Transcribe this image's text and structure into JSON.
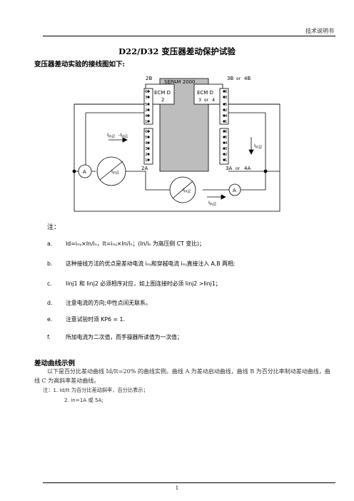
{
  "header": {
    "text": "技术说明书"
  },
  "title": "D22/D32 变压器差动保护试验",
  "subtitle": "变压器差动实验的接线图如下:",
  "diagram": {
    "device": "SEPAM 2000",
    "ecm_left": "ECM D",
    "ecm_left_num": "2",
    "ecm_right": "ECM D",
    "ecm_right_num_a": "3",
    "ecm_right_num_b": "4",
    "or": "or",
    "labels": {
      "b2": "2B",
      "b3": "3B",
      "b4": "4B",
      "a2": "2A",
      "a3": "3A",
      "a4": "4A",
      "ammeter": "A",
      "iinj1": "I",
      "iinj1_sub": "inj1",
      "iinj2": "I",
      "iinj2_sub": "inj2",
      "minus_iinj1": "-I",
      "minus_iinj1_sub": "inj1"
    },
    "pins_top": [
      "6",
      "3",
      "5",
      "2",
      "4",
      "1"
    ],
    "pins_bottom": [
      "6",
      "5",
      "4",
      "3",
      "2",
      "1"
    ]
  },
  "notes_label": "注：",
  "notes": [
    {
      "marker": "a.",
      "text": "Id=iₘⱼ×In/iₙ，It=iₘⱼ×In/iₙ；(In/iₙ 为高压侧 CT 变比)；"
    },
    {
      "marker": "b.",
      "text": "这种接线方法的优点是差动电流 iₘⱼ和穿越电流 iₘⱼ直接注入 A,B 两相;"
    },
    {
      "marker": "c.",
      "text": "Iinj1 和 Iinj2 必须相序对应，如上图连接时必须 Iinj2 >Iinj1；"
    },
    {
      "marker": "d.",
      "text": "注意电流的方向;中性点间无联系。"
    },
    {
      "marker": "e.",
      "text": "注意试验时须 KP6 = 1."
    },
    {
      "marker": "f.",
      "text": "所加电流为二次值，而手操器所读值为一次值；"
    }
  ],
  "section_title": "差动曲线示例",
  "section_para": "以下是百分比差动曲线 Id/It=20% 的曲线实例。曲线 A 为差动启动曲线，曲线 B 为百分比率制动差动曲线，曲线 C 为高斜率差动曲线。",
  "small_notes": [
    "注：1. Id/It 为百分比差动斜率，百分比表示；",
    "2. in=1A 或 5A;"
  ],
  "page_number": "1"
}
